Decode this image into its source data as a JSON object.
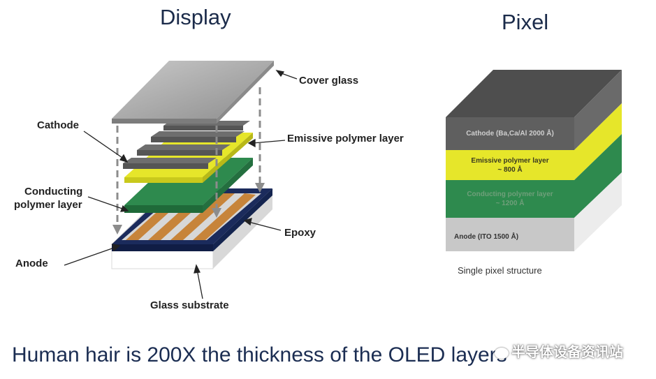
{
  "headings": {
    "display": "Display",
    "pixel": "Pixel"
  },
  "display_labels": {
    "cover_glass": "Cover glass",
    "cathode": "Cathode",
    "emissive": "Emissive polymer layer",
    "conducting_line1": "Conducting",
    "conducting_line2": "polymer layer",
    "epoxy": "Epoxy",
    "anode": "Anode",
    "glass_substrate": "Glass substrate"
  },
  "pixel_layers": {
    "cathode": "Cathode (Ba,Ca/Al 2000 Å)",
    "emissive_line1": "Emissive polymer layer",
    "emissive_line2": "~ 800 Å",
    "conducting_line1": "Conducting polymer layer",
    "conducting_line2": "~ 1200 Å",
    "anode": "Anode (ITO 1500 Å)"
  },
  "pixel_caption": "Single pixel structure",
  "footer": "Human hair is 200X the thickness of the OLED layers",
  "watermark": "半导体设备资讯站",
  "colors": {
    "cover_glass": "#9a9a9a",
    "cathode": "#5f5f5f",
    "emissive": "#e6e62a",
    "conducting": "#2e8a4e",
    "anode_stripe": "#c7843a",
    "substrate": "#1b2b5c",
    "pixel_anode": "#c8c8c8"
  }
}
